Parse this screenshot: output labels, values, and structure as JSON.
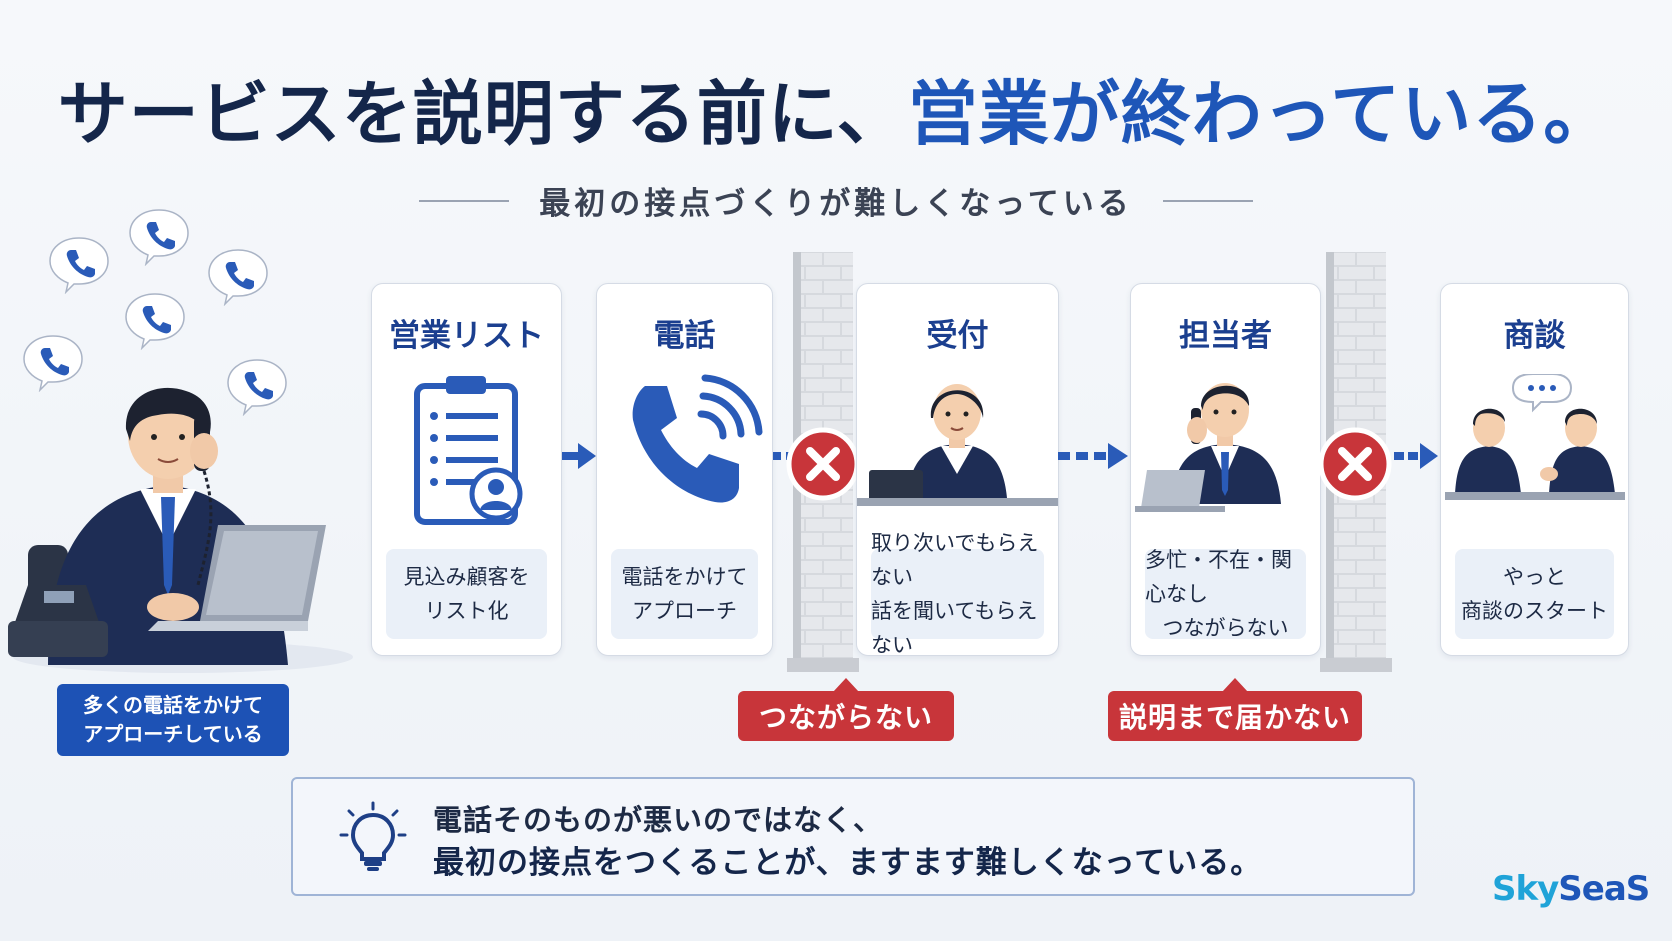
{
  "title": {
    "part1": "サービスを説明する前に、",
    "accent": "営業",
    "part2": "が終わっている。"
  },
  "subtitle": "最初の接点づくりが難しくなっている",
  "left_label": {
    "line1": "多くの電話をかけて",
    "line2": "アプローチしている"
  },
  "cards": [
    {
      "title": "営業リスト",
      "line1": "見込み顧客を",
      "line2": "リスト化"
    },
    {
      "title": "電話",
      "line1": "電話をかけて",
      "line2": "アプローチ"
    },
    {
      "title": "受付",
      "line1": "取り次いでもらえない",
      "line2": "話を聞いてもらえない"
    },
    {
      "title": "担当者",
      "line1": "多忙・不在・関心なし",
      "line2": "つながらない"
    },
    {
      "title": "商談",
      "line1": "やっと",
      "line2": "商談のスタート"
    }
  ],
  "barriers": [
    "つながらない",
    "説明まで届かない"
  ],
  "callout": {
    "line1": "電話そのものが悪いのではなく、",
    "line2": "最初の接点をつくることが、ますます難しくなっている。"
  },
  "logo": {
    "part1": "Sky",
    "part2": "SeaS"
  },
  "colors": {
    "navy": "#14264a",
    "blue": "#1e56b8",
    "red": "#c8353a",
    "panel": "#eaf0f8"
  }
}
